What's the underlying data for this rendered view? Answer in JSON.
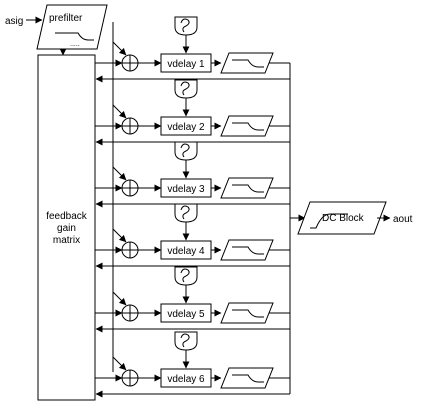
{
  "input_label": "asig",
  "output_label": "aout",
  "prefilter": {
    "label": "prefilter",
    "dots": "....."
  },
  "matrix": {
    "lines": [
      "feedback",
      "gain",
      "matrix"
    ]
  },
  "dc_block": {
    "label": "DC Block"
  },
  "delays": [
    {
      "label": "vdelay 1"
    },
    {
      "label": "vdelay 2"
    },
    {
      "label": "vdelay 3"
    },
    {
      "label": "vdelay 4"
    },
    {
      "label": "vdelay 5"
    },
    {
      "label": "vdelay 6"
    }
  ],
  "colors": {
    "line": "#000000",
    "background": "#ffffff"
  }
}
